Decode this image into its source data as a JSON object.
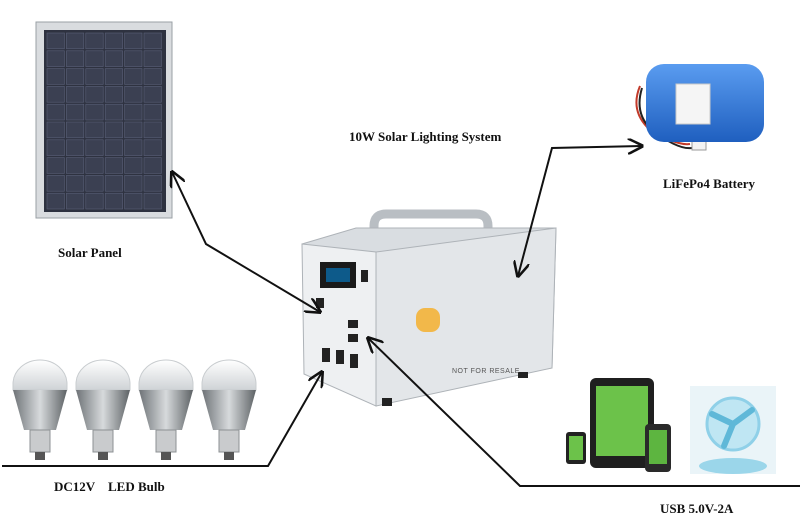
{
  "title": "10W Solar Lighting System",
  "components": {
    "solar_panel": {
      "label": "Solar Panel"
    },
    "battery": {
      "label": "LiFePo4 Battery"
    },
    "bulbs": {
      "label_voltage": "DC12V",
      "label_name": "LED Bulb",
      "count": 4
    },
    "usb": {
      "label": "USB 5.0V-2A"
    },
    "main_unit": {
      "stamp": "NOT FOR RESALE"
    }
  },
  "colors": {
    "battery": "#2f78d8",
    "unit_body": "#dfe3e7",
    "led_chip": "#f2b84a",
    "tablet_screen": "#6cc24a",
    "fan": "#8fd0e8",
    "connector": "#111111"
  }
}
